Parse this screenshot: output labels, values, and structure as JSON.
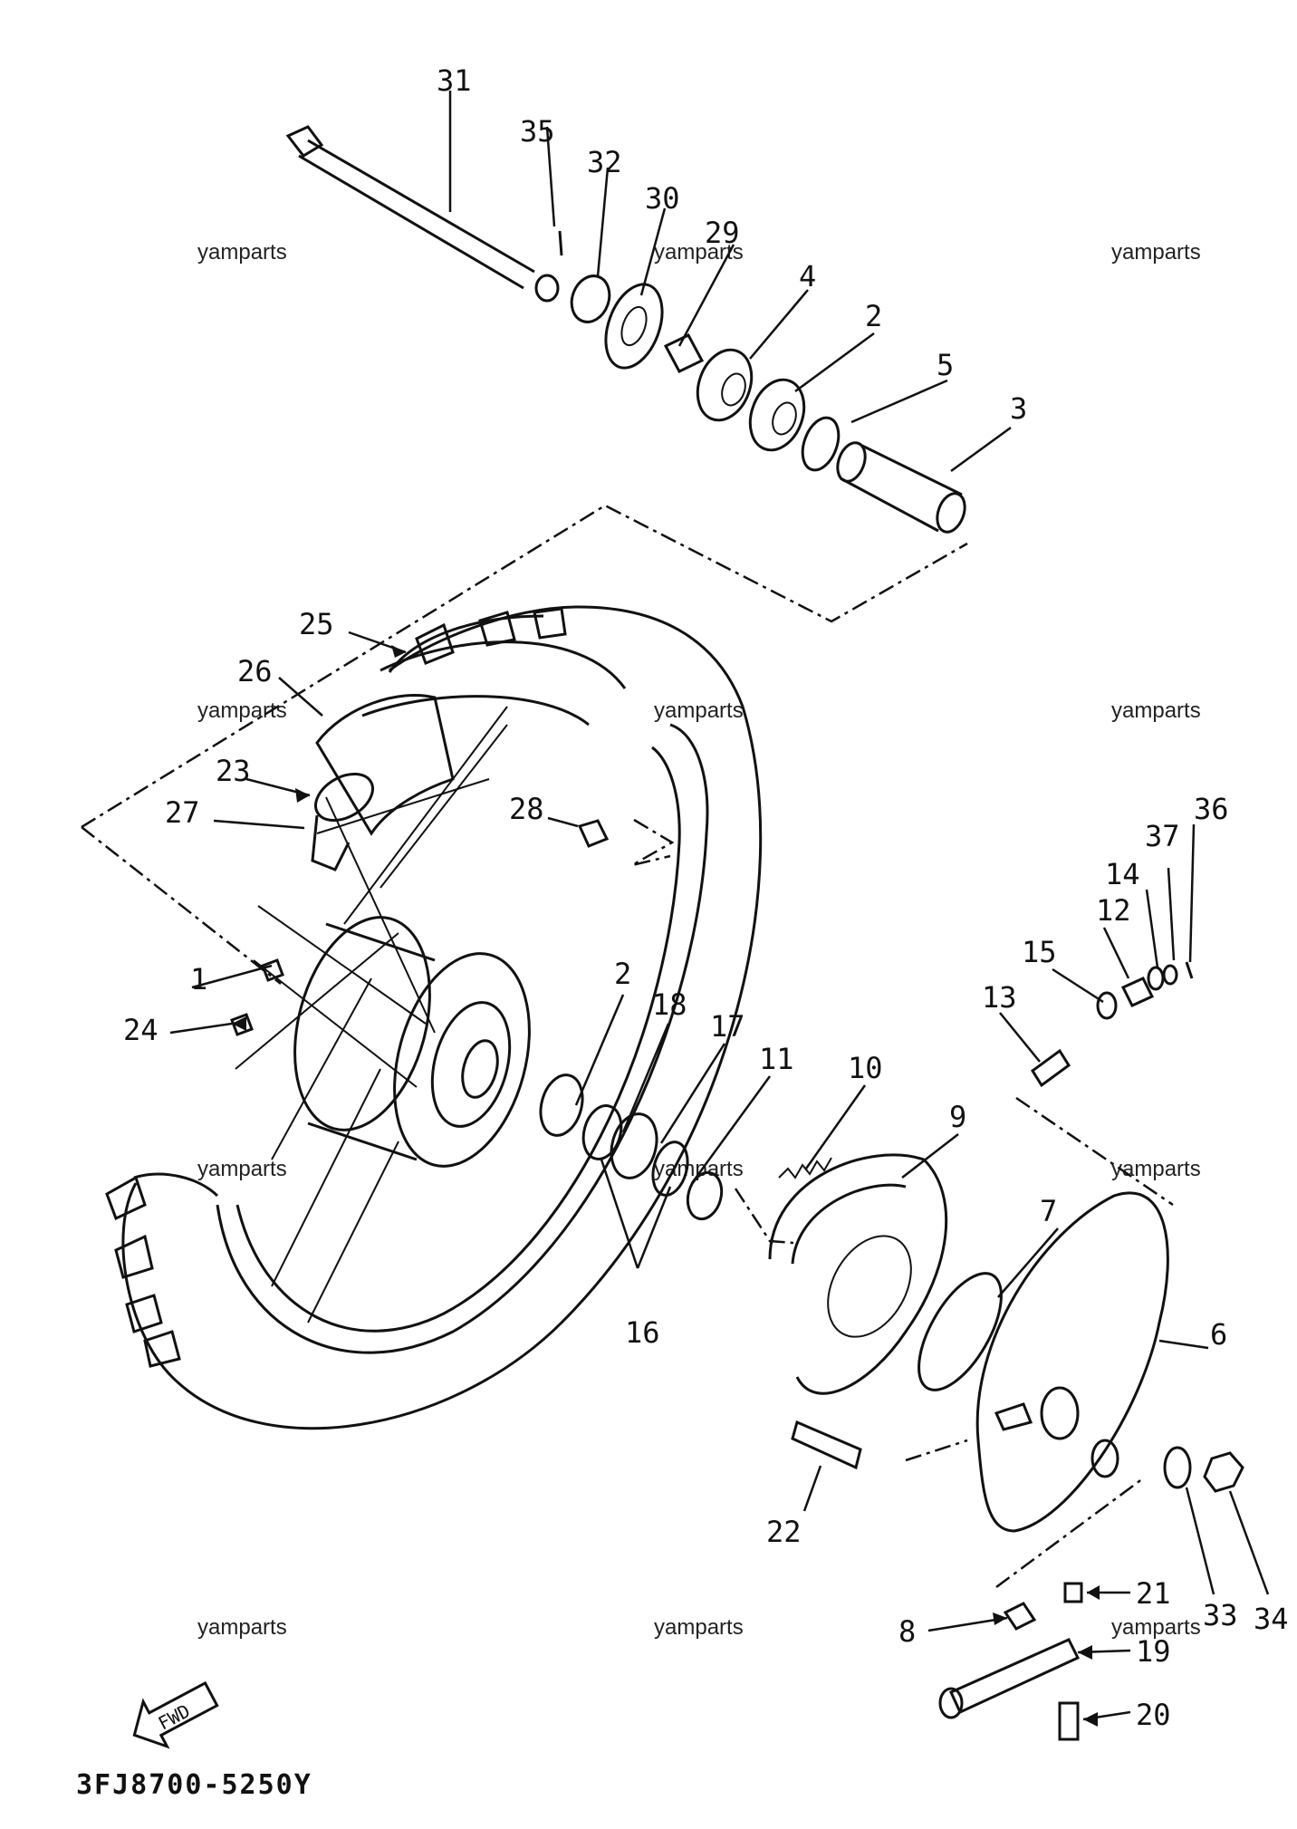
{
  "diagram": {
    "drawing_code": "3FJ8700-5250Y",
    "direction_marker": "FWD",
    "watermark": "yamparts",
    "callouts": [
      "1",
      "2",
      "3",
      "4",
      "5",
      "6",
      "7",
      "8",
      "9",
      "10",
      "11",
      "12",
      "13",
      "14",
      "15",
      "16",
      "17",
      "18",
      "19",
      "20",
      "21",
      "22",
      "23",
      "24",
      "25",
      "26",
      "27",
      "28",
      "29",
      "30",
      "31",
      "32",
      "33",
      "34",
      "35",
      "36",
      "37"
    ]
  }
}
